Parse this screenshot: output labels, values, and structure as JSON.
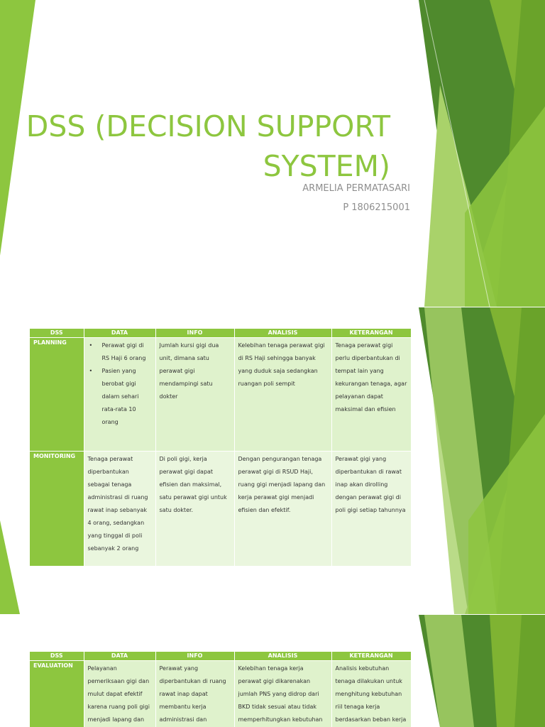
{
  "slide1": {
    "title": "DSS (DECISION SUPPORT SYSTEM)",
    "author": "ARMELIA PERMATASARI",
    "student_id": "P 1806215001"
  },
  "table_headers": [
    "DSS",
    "DATA",
    "INFO",
    "ANALISIS",
    "KETERANGAN"
  ],
  "slide2": {
    "rows": [
      {
        "label": "PLANNING",
        "data_items": [
          "Perawat gigi di RS Haji 6 orang",
          "Pasien yang berobat gigi dalam sehari rata-rata 10 orang"
        ],
        "info": "Jumlah kursi gigi dua unit, dimana satu perawat gigi mendampingi satu dokter",
        "analisis": "Kelebihan tenaga perawat gigi di RS Haji sehingga banyak yang duduk saja sedangkan ruangan poli sempit",
        "keterangan": "Tenaga perawat gigi perlu diperbantukan di tempat lain yang kekurangan tenaga, agar pelayanan dapat maksimal dan efisien"
      },
      {
        "label": "MONITORING",
        "data": "Tenaga perawat diperbantukan sebagai tenaga administrasi di ruang rawat inap sebanyak 4 orang, sedangkan yang tinggal di poli sebanyak 2 orang",
        "info": "Di poli gigi, kerja perawat gigi dapat efisien dan maksimal, satu perawat gigi untuk satu dokter.",
        "analisis": "Dengan pengurangan tenaga perawat gigi di RSUD Haji, ruang gigi menjadi lapang dan kerja perawat gigi menjadi efisien dan efektif.",
        "keterangan": "Perawat gigi yang diperbantukan di rawat inap akan dirolling dengan perawat gigi di poli gigi setiap tahunnya"
      }
    ]
  },
  "slide3": {
    "rows": [
      {
        "label": "EVALUATION",
        "data": "Pelayanan pemeriksaan gigi dan mulut dapat efektif karena ruang poli gigi menjadi lapang dan tidak ada lagi",
        "info": "Perawat yang diperbantukan di ruang rawat inap dapat membantu kerja administrasi dan mengurangi beban",
        "analisis": "Kelebihan tenaga kerja perawat gigi dikarenakan jumlah PNS yang didrop dari BKD tidak sesuai atau tidak memperhitungkan kebutuhan tenaga sesuai jumlah beban",
        "keterangan": "Analisis kebutuhan tenaga dilakukan untuk menghitung kebutuhan riil tenaga kerja berdasarkan beban kerja yang ada"
      }
    ]
  },
  "colors": {
    "accent_green": "#8dc63f",
    "dark_green": "#4f8a2d",
    "cell_light": "#dff2cc",
    "text_gray": "#8f8f8f"
  }
}
